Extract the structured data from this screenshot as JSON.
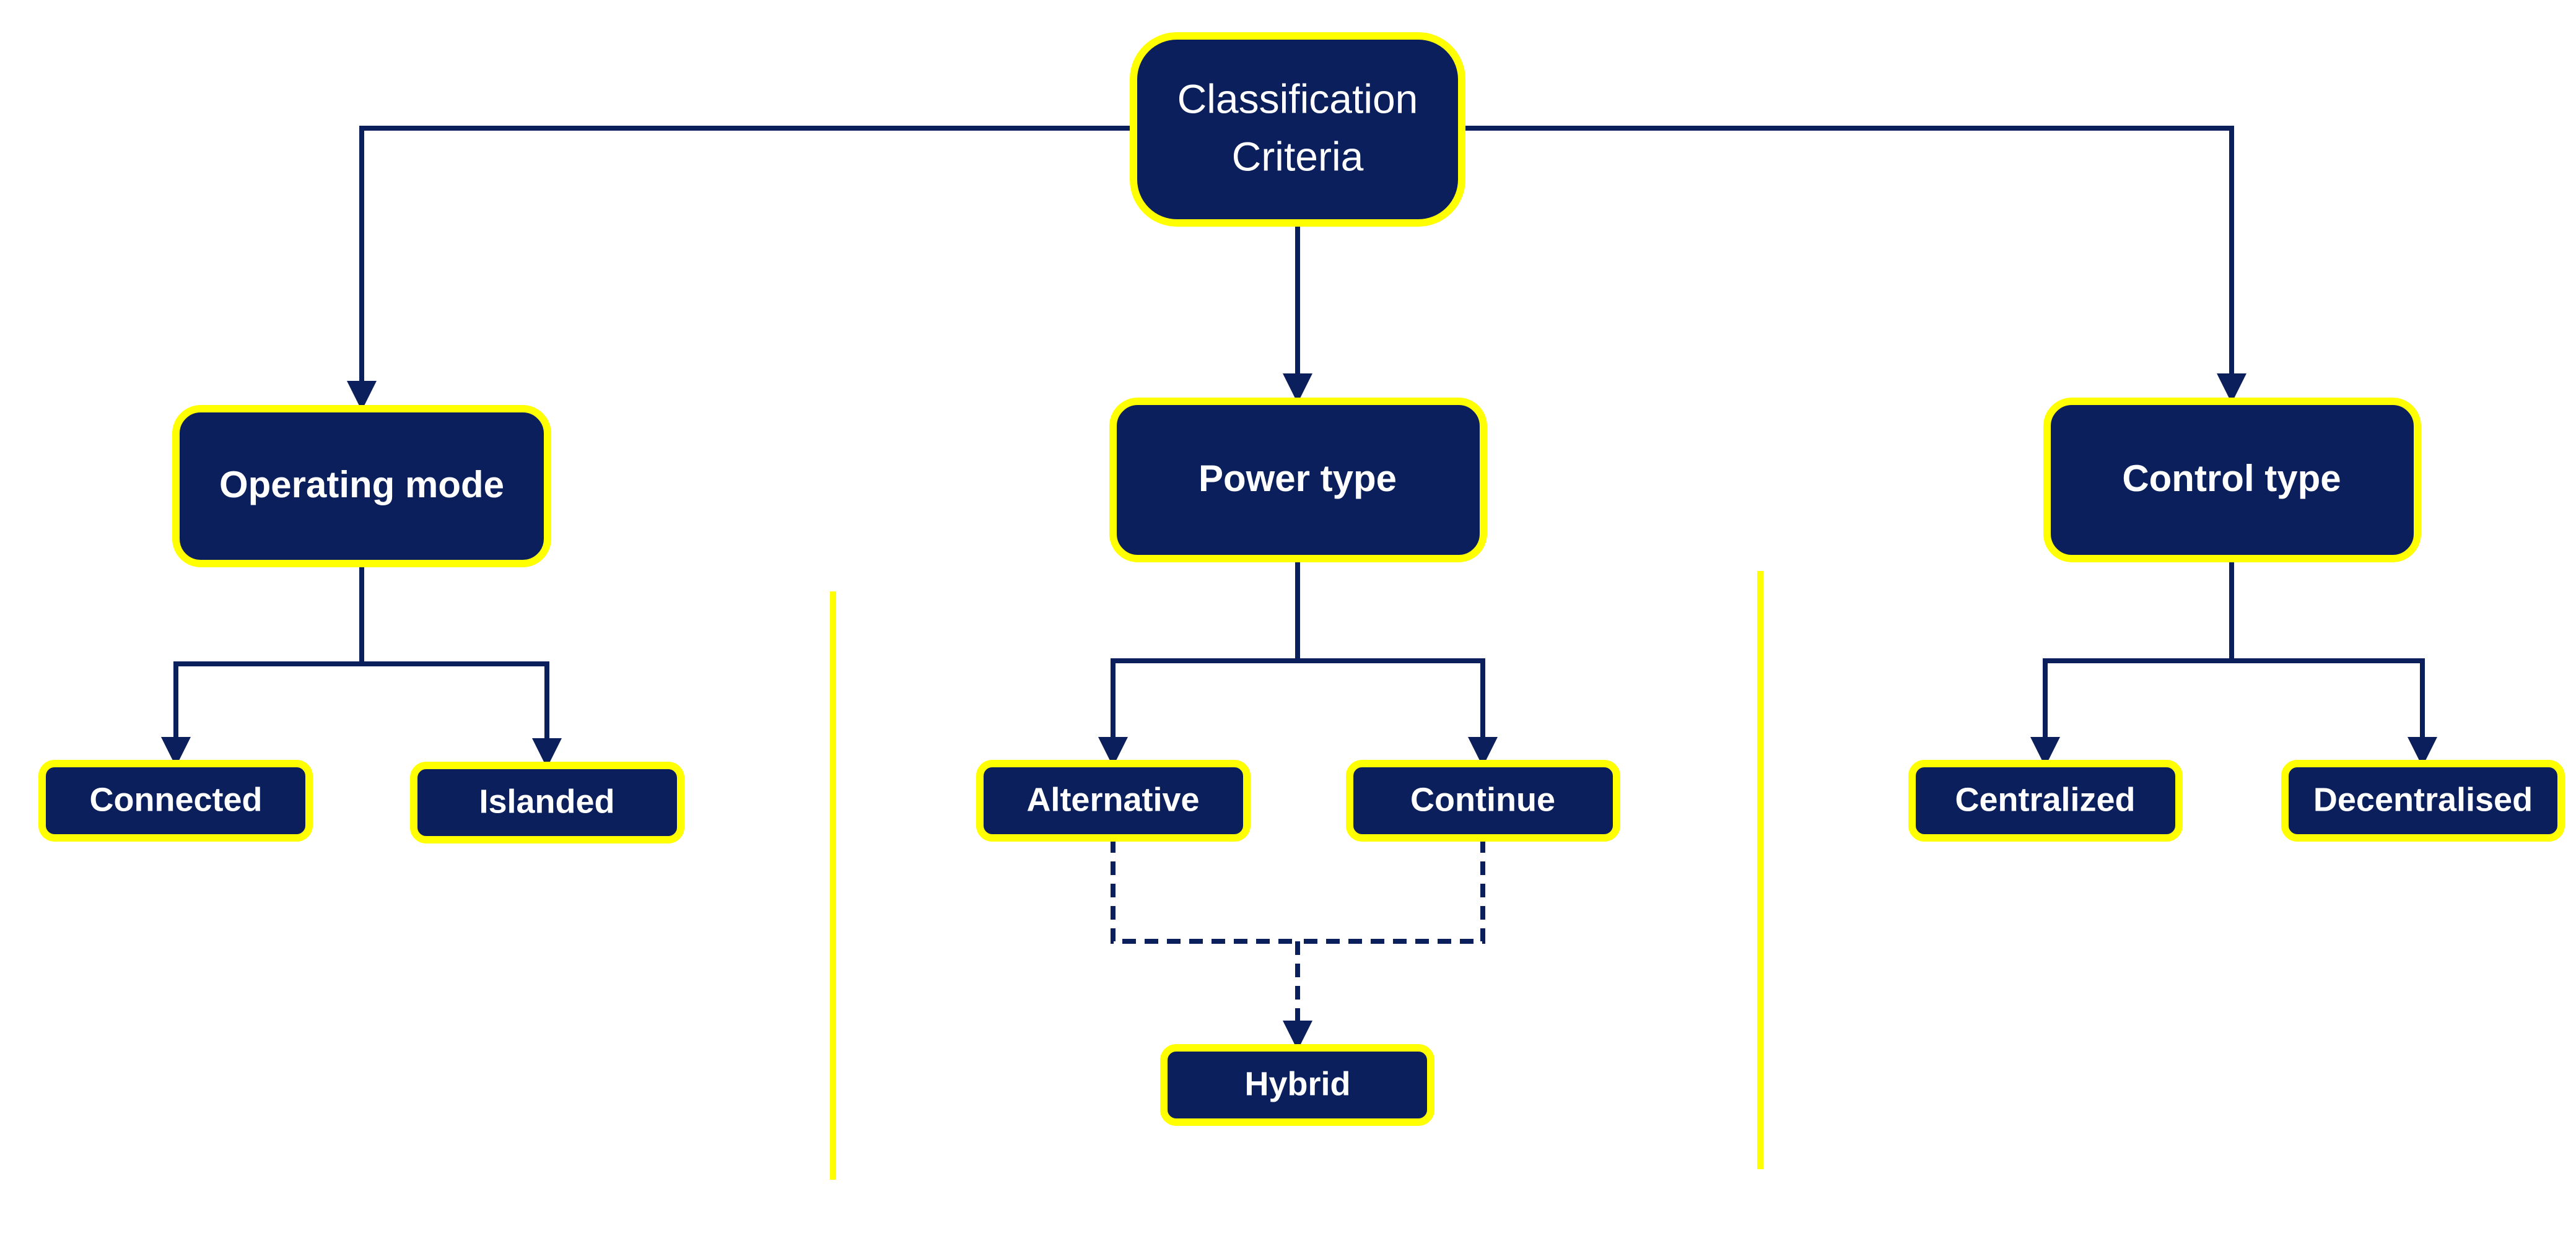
{
  "colors": {
    "node_fill": "#0b1f5c",
    "node_border": "#ffff00",
    "edge": "#0b1f5c",
    "divider": "#ffff00",
    "text": "#ffffff"
  },
  "root": {
    "label_line1": "Classification",
    "label_line2": "Criteria"
  },
  "categories": {
    "operating_mode": {
      "label": "Operating mode",
      "children": [
        "Connected",
        "Islanded"
      ]
    },
    "power_type": {
      "label": "Power type",
      "children": [
        "Alternative",
        "Continue"
      ],
      "combined": "Hybrid"
    },
    "control_type": {
      "label": "Control type",
      "children": [
        "Centralized",
        "Decentralised"
      ]
    }
  }
}
